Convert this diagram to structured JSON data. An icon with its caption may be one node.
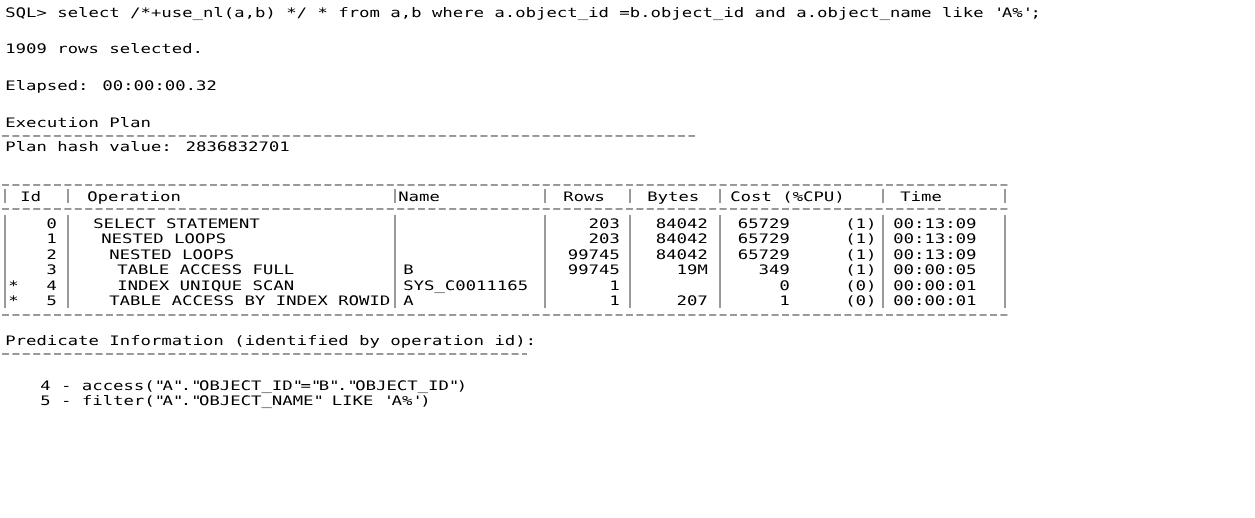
{
  "diagram": {
    "labels": [
      "SQL> select /*+use_nl(a,b) */ * from a,b where a.object_id =b.object_id and a.object_name like 'A%';",
      "1909 rows selected.",
      "Elapsed: 00:00:00.32",
      "Execution Plan",
      "Plan hash value: 2836832701",
      "Id",
      "Operation",
      "Name",
      "Rows",
      "Bytes",
      "Cost (%CPU)",
      "Time",
      "0",
      "SELECT STATEMENT",
      "203",
      "84042",
      "65729",
      "(1)",
      "00:13:09",
      "1",
      "NESTED LOOPS",
      "203",
      "84042",
      "65729",
      "(1)",
      "00:13:09",
      "2",
      "NESTED LOOPS",
      "99745",
      "84042",
      "65729",
      "(1)",
      "00:13:09",
      "3",
      "TABLE ACCESS FULL",
      "B",
      "99745",
      "19M",
      "349",
      "(1)",
      "00:00:05",
      "*",
      "4",
      "INDEX UNIQUE SCAN",
      "SYS_C0011165",
      "1",
      "0",
      "(0)",
      "00:00:01",
      "*",
      "5",
      "TABLE ACCESS BY INDEX ROWID",
      "A",
      "1",
      "207",
      "1",
      "(0)",
      "00:00:01",
      "Predicate Information (identified by operation id):",
      "4 - access(\"A\".\"OBJECT_ID\"=\"B\".\"OBJECT_ID\")",
      "5 - filter(\"A\".\"OBJECT_NAME\" LIKE 'A%')"
    ]
  }
}
